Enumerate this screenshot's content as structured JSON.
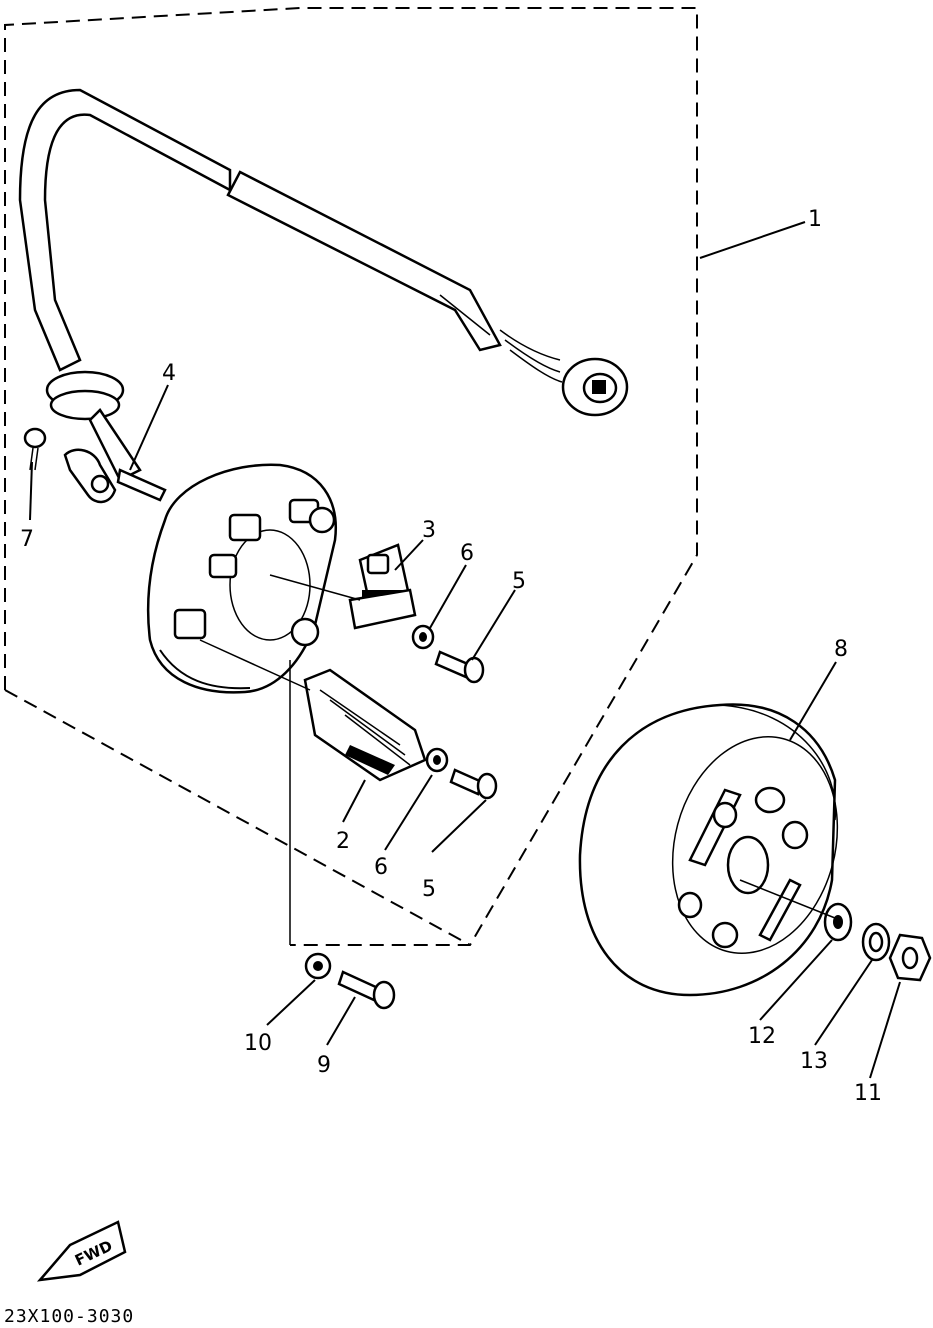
{
  "callouts": {
    "c1": "1",
    "c2": "2",
    "c3": "3",
    "c4": "4",
    "c5a": "5",
    "c5b": "5",
    "c6a": "6",
    "c6b": "6",
    "c7": "7",
    "c8": "8",
    "c9": "9",
    "c10": "10",
    "c11": "11",
    "c12": "12",
    "c13": "13"
  },
  "fwd_badge": "FWD",
  "drawing_code": "23X100-3030"
}
